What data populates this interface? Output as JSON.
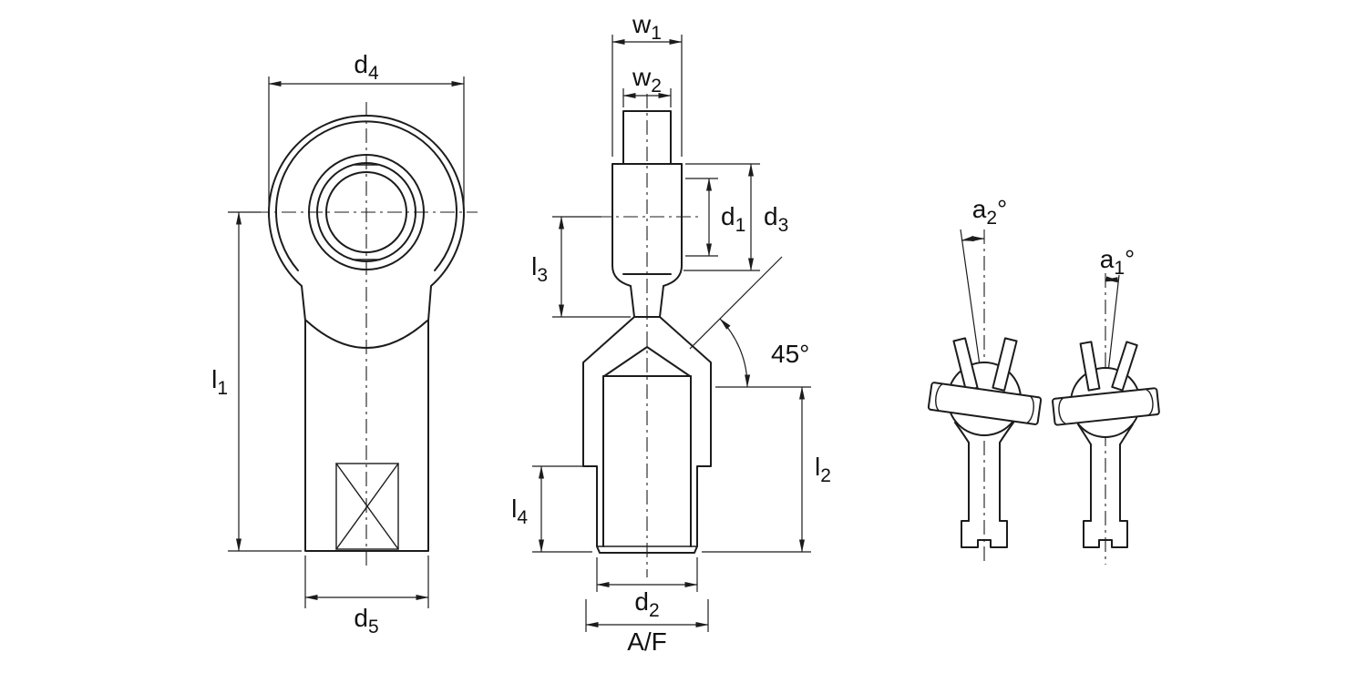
{
  "drawing": {
    "type": "technical-dimension-drawing",
    "subject": "rod-end-ball-joint",
    "colors": {
      "line": "#1c1c1c",
      "background": "#ffffff"
    },
    "front_view": {
      "d4": {
        "base": "d",
        "sub": "4"
      },
      "l1": {
        "base": "l",
        "sub": "1"
      },
      "d5": {
        "base": "d",
        "sub": "5"
      }
    },
    "side_view": {
      "w1": {
        "base": "w",
        "sub": "1"
      },
      "w2": {
        "base": "w",
        "sub": "2"
      },
      "d1": {
        "base": "d",
        "sub": "1"
      },
      "d3": {
        "base": "d",
        "sub": "3"
      },
      "l3": {
        "base": "l",
        "sub": "3"
      },
      "angle45": "45°",
      "l2": {
        "base": "l",
        "sub": "2"
      },
      "l4": {
        "base": "l",
        "sub": "4"
      },
      "d2": {
        "base": "d",
        "sub": "2"
      },
      "af": "A/F"
    },
    "misalignment_views": {
      "a2": {
        "base": "a",
        "sub": "2",
        "suffix": "°"
      },
      "a1": {
        "base": "a",
        "sub": "1",
        "suffix": "°"
      }
    }
  }
}
